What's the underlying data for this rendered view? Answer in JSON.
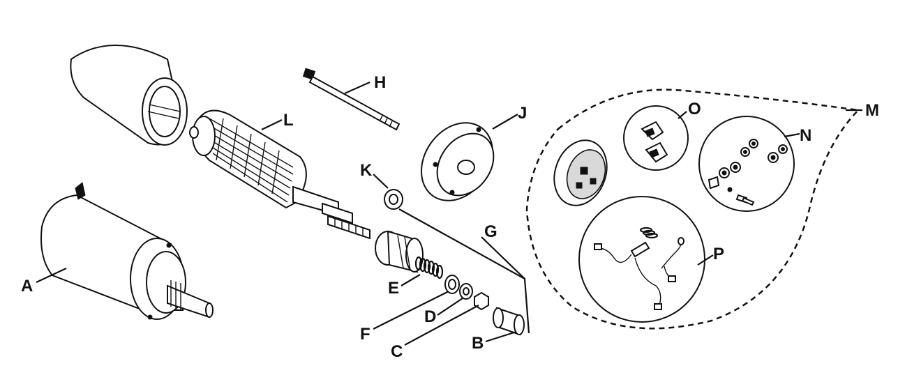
{
  "diagram": {
    "callouts": {
      "a": "A",
      "b": "B",
      "c": "C",
      "d": "D",
      "e": "E",
      "f": "F",
      "g": "G",
      "h": "H",
      "j": "J",
      "k": "K",
      "l": "L",
      "m": "M",
      "n": "N",
      "o": "O",
      "p": "P"
    },
    "colors": {
      "ink": "#111111",
      "background": "#ffffff"
    }
  }
}
